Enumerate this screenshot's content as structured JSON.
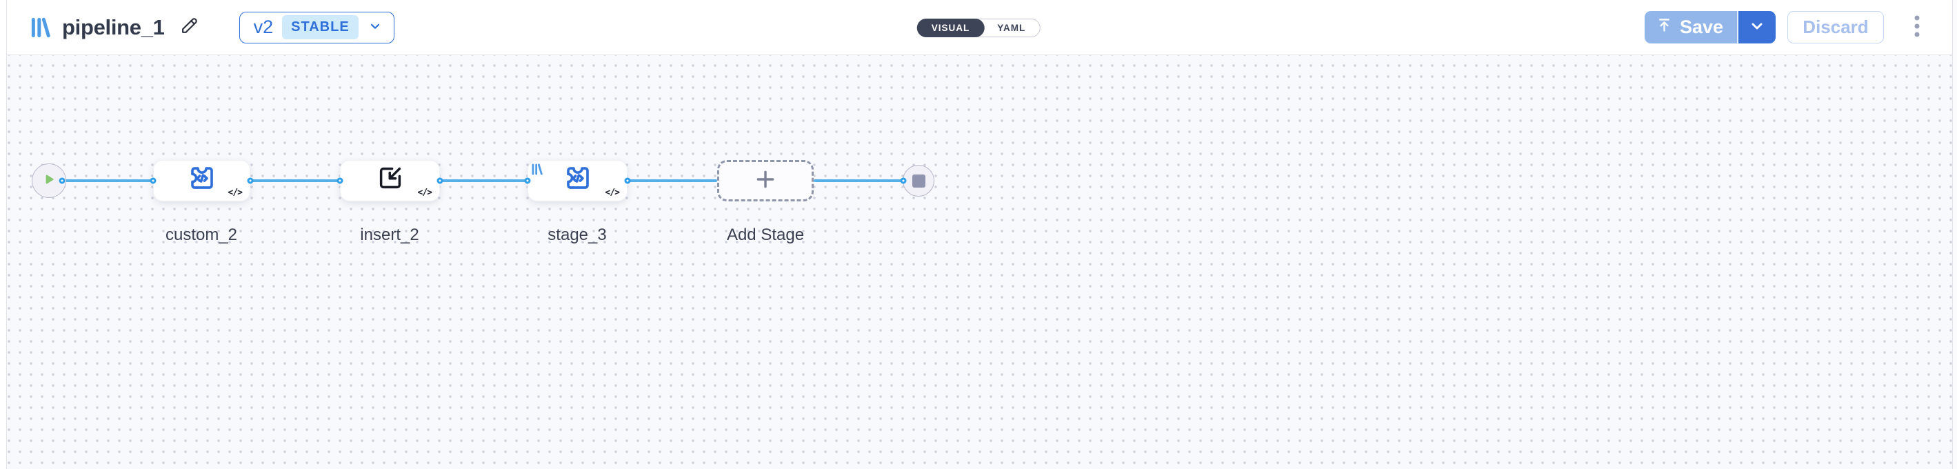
{
  "header": {
    "title": "pipeline_1",
    "version": {
      "label": "v2",
      "status": "STABLE"
    },
    "mode_toggle": {
      "visual": "VISUAL",
      "yaml": "YAML",
      "selected": "VISUAL"
    },
    "actions": {
      "save": "Save",
      "discard": "Discard"
    }
  },
  "canvas": {
    "start_node": "start",
    "end_node": "end",
    "stages": [
      {
        "id": "custom_2",
        "label": "custom_2",
        "icon": "custom-function-icon",
        "code_badge": "</>"
      },
      {
        "id": "insert_2",
        "label": "insert_2",
        "icon": "insert-icon",
        "code_badge": "</>"
      },
      {
        "id": "stage_3",
        "label": "stage_3",
        "icon": "custom-function-icon",
        "code_badge": "</>",
        "corner_badge": "brand-logo"
      },
      {
        "id": "add_stage",
        "label": "Add Stage",
        "icon": "plus-icon"
      }
    ]
  },
  "colors": {
    "accent_blue": "#2e6fd9",
    "brand_blue": "#4f9ce6",
    "edge_blue": "#55b0ea",
    "port_blue": "#2d9ee8",
    "save_disabled_bg": "#93b6ea",
    "save_dropdown_bg": "#3a71d8",
    "discard_text": "#a6bfed",
    "stable_badge_bg": "#cfeafb",
    "toggle_active_bg": "#3e4457",
    "play_green": "#84c76e",
    "stop_gray": "#8f93ad",
    "canvas_bg": "#f8f9fc",
    "canvas_dot": "#cdd0dc"
  }
}
